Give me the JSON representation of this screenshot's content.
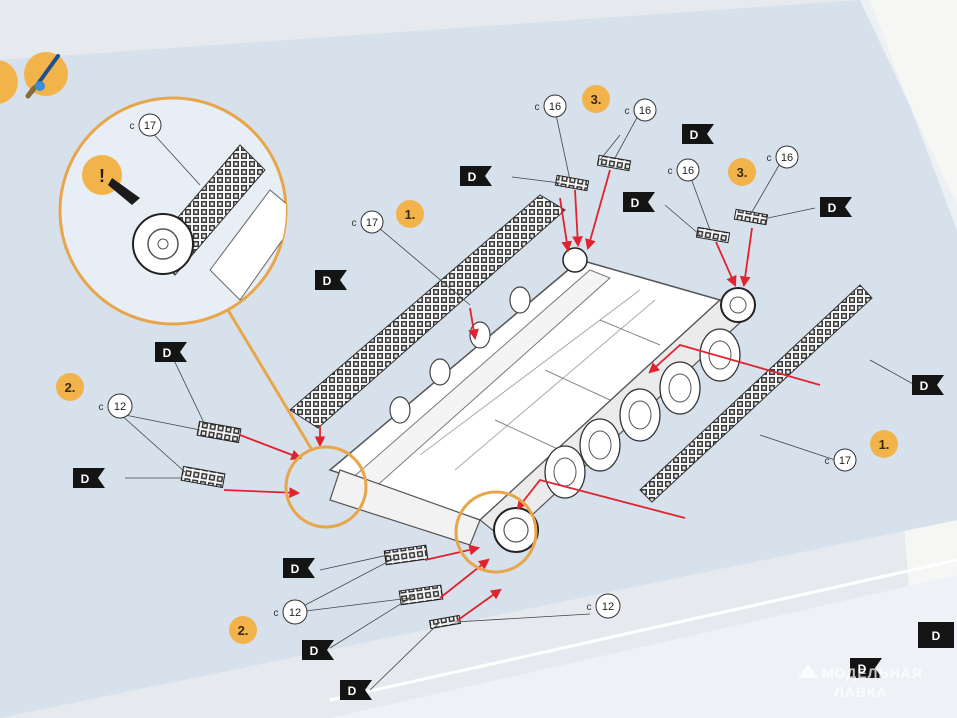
{
  "labels": {
    "sprue": "c",
    "paint_flag": "D",
    "alert": "!"
  },
  "parts": {
    "track": "17",
    "link_a": "16",
    "link_b": "12"
  },
  "steps": {
    "one": "1.",
    "two": "2.",
    "three": "3."
  },
  "watermark": {
    "line1": "МОДЕЛЬНАЯ",
    "line2": "ЛАВКА"
  },
  "colors": {
    "sheet": "#d6e1ec",
    "arrow": "#e0232e",
    "accent": "#f2b34a",
    "ring": "#e8a54a",
    "flag": "#141414"
  }
}
